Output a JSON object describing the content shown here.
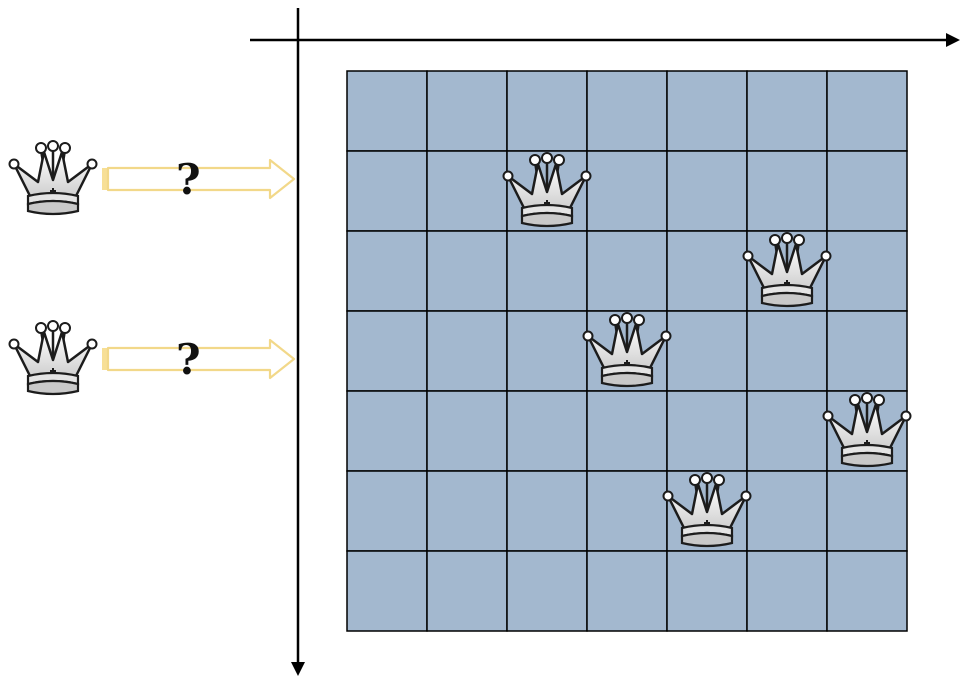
{
  "colors": {
    "square": "#a3b8cf",
    "grid_line": "#000000",
    "arrow_outline": "#f4dd9a",
    "arrow_fill": "#ffffff",
    "arrow_tail": "#f7df96",
    "axis": "#000000",
    "queen_body": "#f6f6f6",
    "queen_shadow": "#9a9a9a",
    "queen_outline": "#1c1c1c"
  },
  "board": {
    "rows": 7,
    "cols": 7,
    "queens": [
      {
        "row": 1,
        "col": 2
      },
      {
        "row": 2,
        "col": 5
      },
      {
        "row": 3,
        "col": 3
      },
      {
        "row": 4,
        "col": 6
      },
      {
        "row": 5,
        "col": 4
      }
    ]
  },
  "pending_queens": [
    {
      "mark": "?",
      "icon": "queen-icon",
      "arrow": "right-arrow-icon"
    },
    {
      "mark": "?",
      "icon": "queen-icon",
      "arrow": "right-arrow-icon"
    }
  ]
}
